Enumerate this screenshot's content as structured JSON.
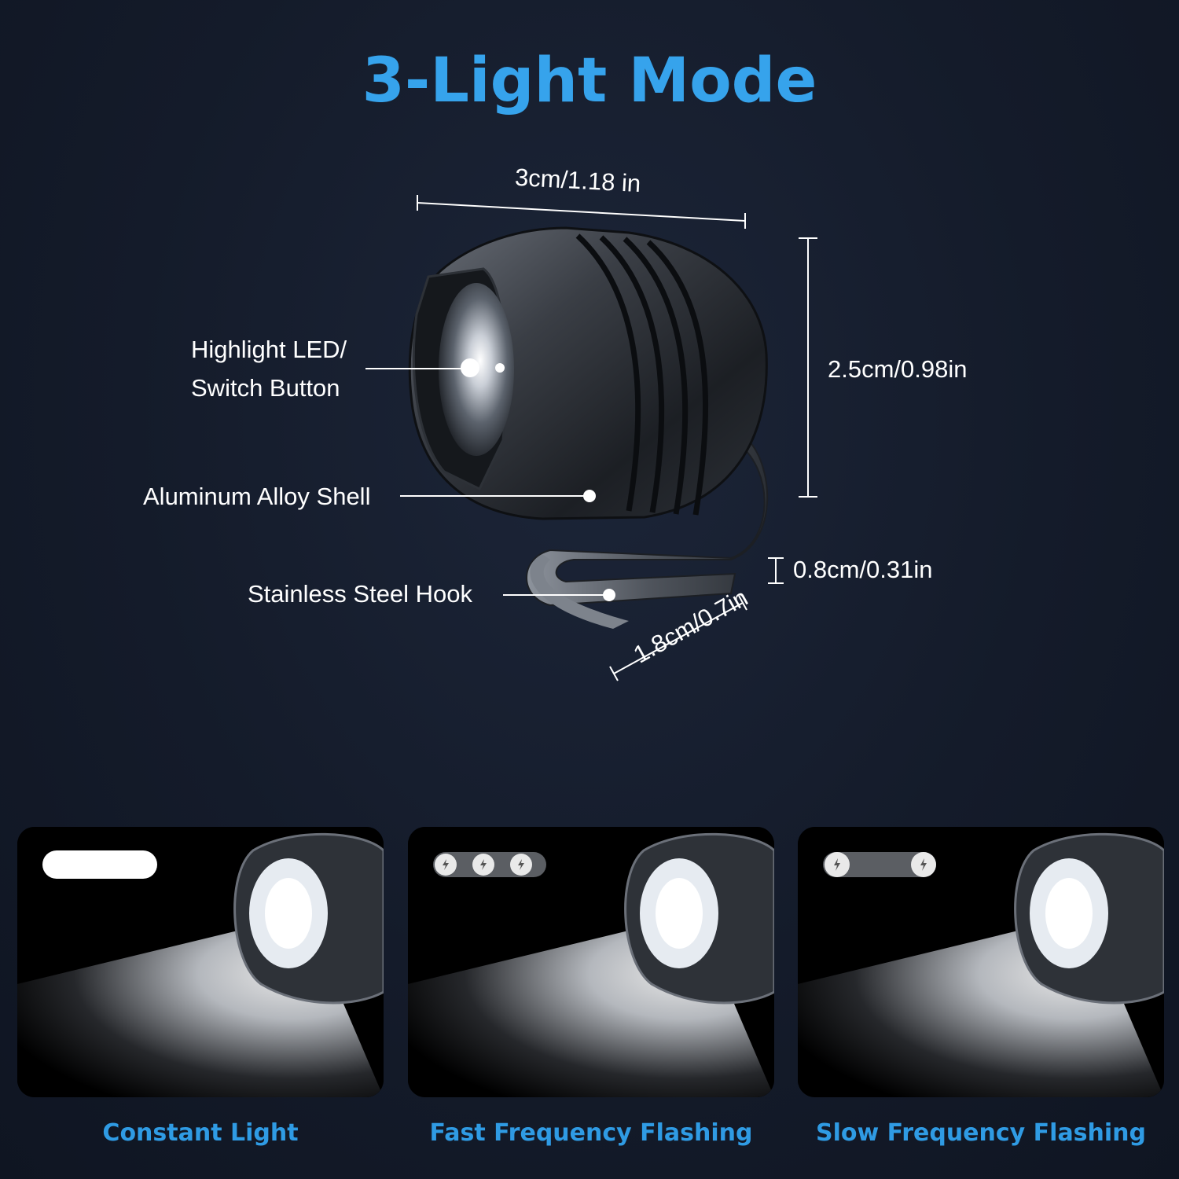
{
  "title": "3-Light Mode",
  "dimensions": {
    "width": "3cm/1.18 in",
    "height": "2.5cm/0.98in",
    "hook_thickness": "0.8cm/0.31in",
    "hook_depth": "1.8cm/0.7in"
  },
  "callouts": {
    "led_line1": "Highlight LED/",
    "led_line2": "Switch Button",
    "shell": "Aluminum Alloy Shell",
    "hook": "Stainless Steel Hook"
  },
  "modes": [
    {
      "label": "Constant Light",
      "indicator": "constant"
    },
    {
      "label": "Fast Frequency Flashing",
      "indicator": "fast-flash"
    },
    {
      "label": "Slow Frequency Flashing",
      "indicator": "slow-flash"
    }
  ],
  "colors": {
    "background": "#141b2a",
    "accent": "#36a3ec",
    "mode_label": "#2f9be4",
    "text": "#ffffff"
  }
}
